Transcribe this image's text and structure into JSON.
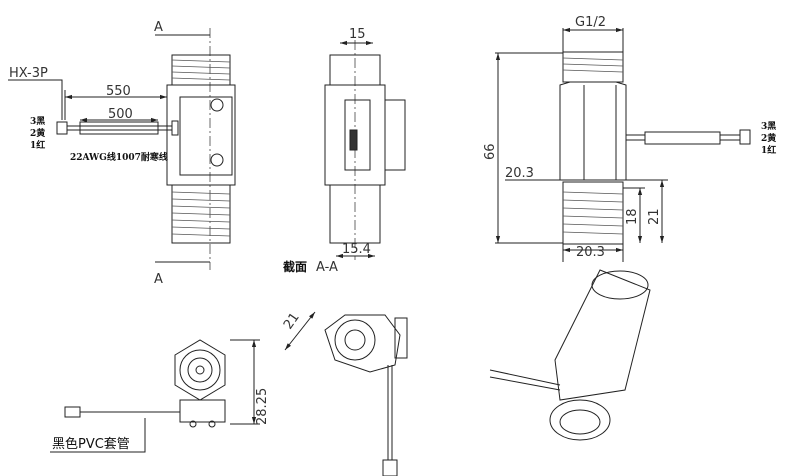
{
  "front_view": {
    "section_mark_top": "A",
    "section_mark_bottom": "A",
    "connector_label": "HX-3P",
    "dim_total_cable": "550",
    "dim_sleeve": "500",
    "wires": [
      "3黑",
      "2黄",
      "1红"
    ],
    "cable_spec": "22AWG线1007耐寒线"
  },
  "section_view": {
    "dim_top": "15",
    "dim_bottom": "15.4",
    "title_bold": "截面",
    "title": "A-A"
  },
  "side_view": {
    "thread": "G1/2",
    "dim_length": "66",
    "dim_hex": "20.3",
    "dim_thread_width": "20.3",
    "dim_thread_len": "18",
    "dim_end": "21",
    "wires": [
      "3黑",
      "2黄",
      "1红"
    ]
  },
  "bottom_views": {
    "dim_height": "28.25",
    "dim_diag": "21",
    "sleeve_label": "黑色PVC套管"
  }
}
